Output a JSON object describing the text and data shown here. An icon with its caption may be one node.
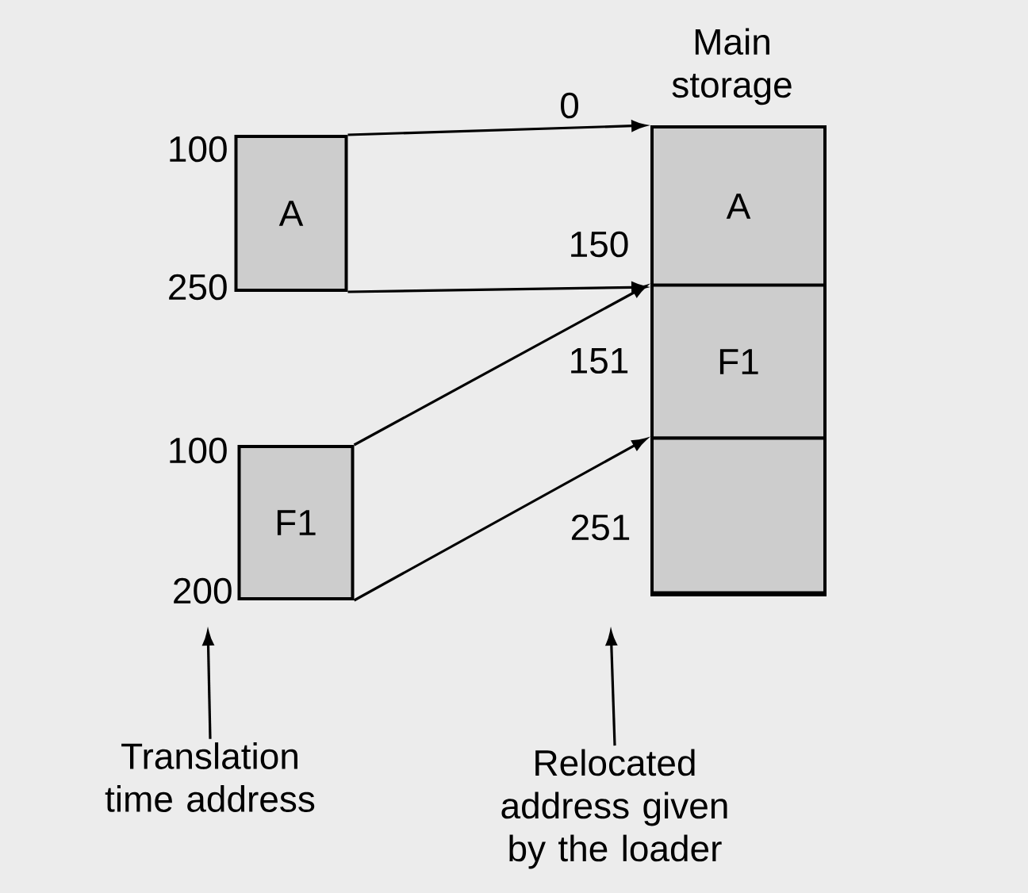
{
  "diagram": {
    "nodes": [
      {
        "text": [
          "A"
        ]
      },
      {
        "text": [
          "F1"
        ]
      },
      {
        "text": [
          "Main storage"
        ]
      },
      {
        "text": [
          "A"
        ],
        "in": 2
      },
      {
        "text": [
          "F1"
        ],
        "in": 2
      },
      {
        "text": [],
        "shape": "box",
        "in": 2
      },
      {
        "text": [
          "Translation time address"
        ]
      },
      {
        "text": [
          "Relocated address given by the loader"
        ]
      }
    ],
    "edges": [
      {
        "from": 0,
        "to": 3,
        "arrow": "to"
      },
      {
        "from": 0,
        "to": 3,
        "arrow": "to"
      },
      {
        "from": 1,
        "to": 4,
        "arrow": "to"
      },
      {
        "from": 1,
        "to": 5,
        "arrow": "to"
      },
      {
        "from": 6,
        "to": null,
        "arrow": "to"
      },
      {
        "from": 7,
        "to": null,
        "arrow": "to"
      }
    ],
    "labels": [
      "0",
      "100",
      "150",
      "250",
      "151",
      "100",
      "251",
      "200"
    ]
  }
}
